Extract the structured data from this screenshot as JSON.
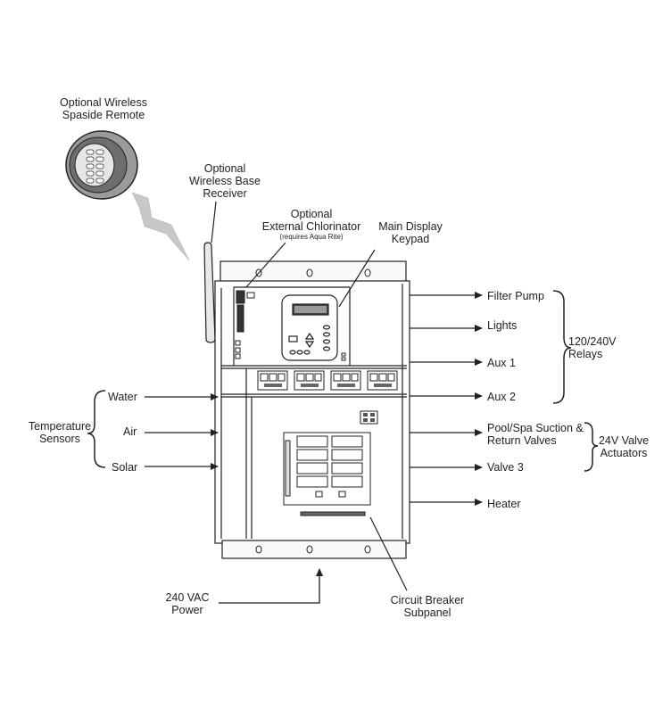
{
  "labels": {
    "remote": [
      "Optional Wireless",
      "Spaside Remote"
    ],
    "receiver": [
      "Optional",
      "Wireless Base",
      "Receiver"
    ],
    "chlorinator": [
      "Optional",
      "External Chlorinator"
    ],
    "chlorinator_note": "(requires Aqua Rite)",
    "display": [
      "Main Display",
      "Keypad"
    ],
    "filter_pump": "Filter Pump",
    "lights": "Lights",
    "aux1": "Aux 1",
    "aux2": "Aux 2",
    "relays": [
      "120/240V",
      "Relays"
    ],
    "valves_suction": [
      "Pool/Spa Suction &",
      "Return Valves"
    ],
    "valve3": "Valve 3",
    "actuators": [
      "24V Valve",
      "Actuators"
    ],
    "heater": "Heater",
    "water": "Water",
    "air": "Air",
    "solar": "Solar",
    "temp_sensors": [
      "Temperature",
      "Sensors"
    ],
    "power": [
      "240 VAC",
      "Power"
    ],
    "breaker": [
      "Circuit Breaker",
      "Subpanel"
    ]
  },
  "colors": {
    "line": "#222222",
    "panel_fill": "#f4f4f4",
    "bolt": "#c8c8c8"
  }
}
